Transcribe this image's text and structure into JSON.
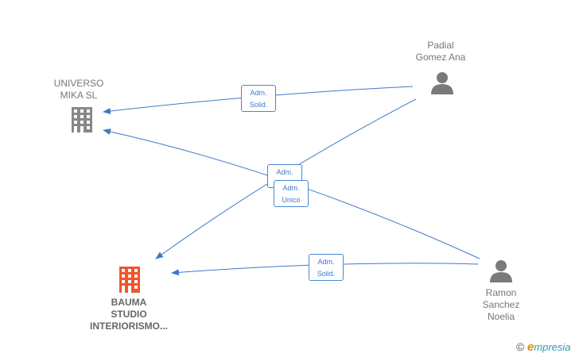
{
  "colors": {
    "edge": "#3d7ac8",
    "company": "#888888",
    "company_focus": "#f0562a",
    "person": "#7a7a7a"
  },
  "nodes": {
    "universo": {
      "lines": [
        "UNIVERSO",
        "MIKA  SL"
      ],
      "icon": "building-icon"
    },
    "bauma": {
      "lines": [
        "BAUMA",
        "STUDIO",
        "INTERIORISMO..."
      ],
      "icon": "building-icon"
    },
    "padial": {
      "lines": [
        "Padial",
        "Gomez Ana"
      ],
      "icon": "person-icon"
    },
    "ramon": {
      "lines": [
        "Ramon",
        "Sanchez",
        "Noelia"
      ],
      "icon": "person-icon"
    }
  },
  "edges": [
    {
      "from": "padial",
      "to": "universo",
      "label": [
        "Adm.",
        "Solid."
      ]
    },
    {
      "from": "padial",
      "to": "bauma",
      "label": [
        "Adm.",
        ""
      ]
    },
    {
      "from": "ramon",
      "to": "universo",
      "label": [
        "Adm.",
        "Unico"
      ]
    },
    {
      "from": "ramon",
      "to": "bauma",
      "label": [
        "Adm.",
        "Solid."
      ]
    }
  ],
  "brand": {
    "copyright": "©",
    "e": "e",
    "rest": "mpresia"
  }
}
